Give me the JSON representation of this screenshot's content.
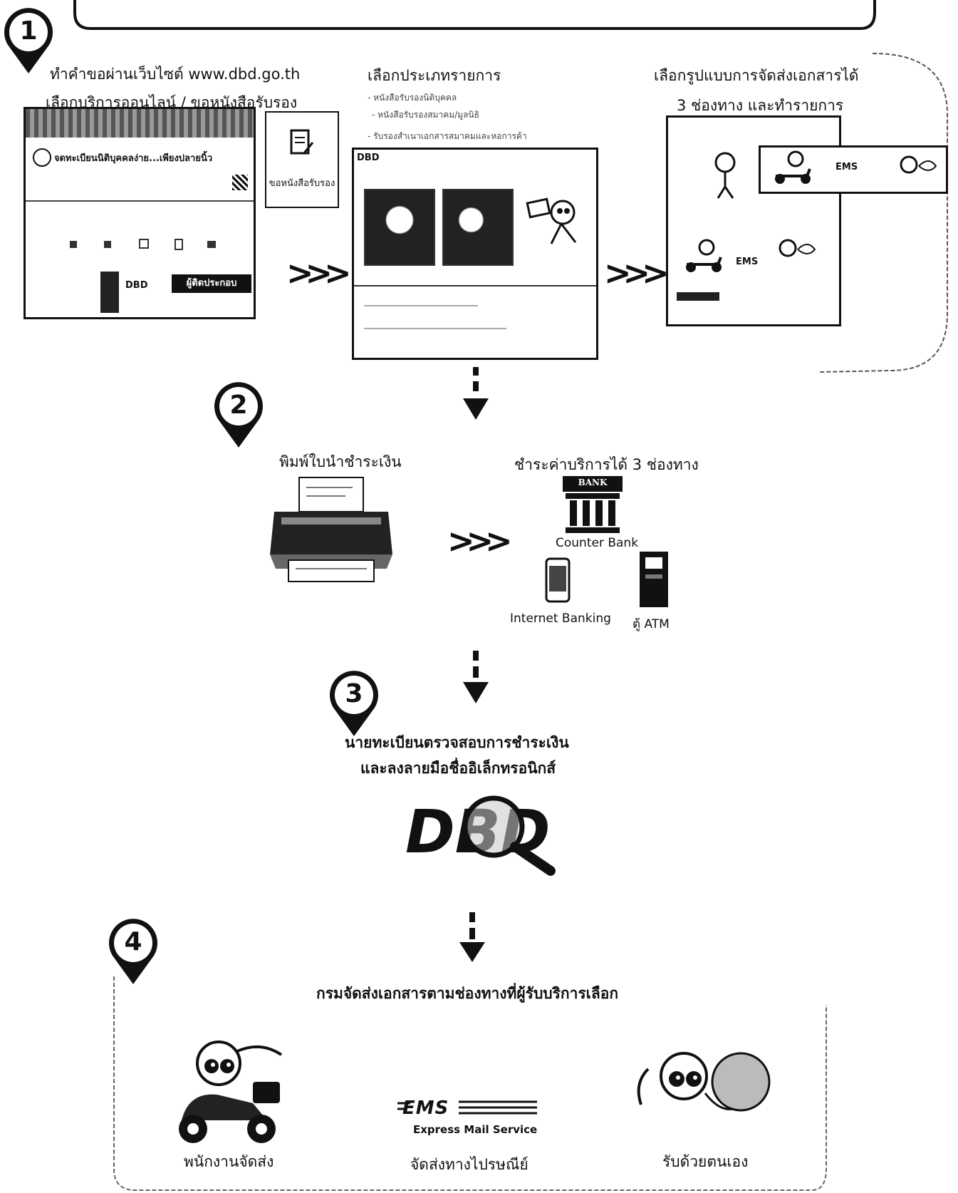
{
  "step1": {
    "number": "1",
    "line1": "ทำคำขอผ่านเว็บไซต์ www.dbd.go.th",
    "line2": "เลือกบริการออนไลน์ / ขอหนังสือรับรอง",
    "service_heading": "เลือกประเภทรายการ",
    "service_items": [
      "- หนังสือรับรองนิติบุคคล",
      "- หนังสือรับรองสมาคม/มูลนิธิ",
      "- รับรองสำเนาเอกสารสมาคมและหอการค้า"
    ],
    "delivery_line1": "เลือกรูปแบบการจัดส่งเอกสารได้",
    "delivery_line2": "3 ช่องทาง และทำรายการ",
    "website_tagline": "จดทะเบียนนิติบุคคลง่าย...เพียงปลายนิ้ว",
    "website_button": "ผู้ติดประกอบ",
    "request_card_label": "ขอหนังสือรับรอง",
    "dbd_badge": "DBD",
    "ems_badge": "EMS"
  },
  "step2": {
    "number": "2",
    "print_label": "พิมพ์ใบนำชำระเงิน",
    "pay_label": "ชำระค่าบริการได้ 3 ช่องทาง",
    "bank_sign": "BANK",
    "channels": [
      "Counter Bank",
      "Internet Banking",
      "ตู้ ATM"
    ]
  },
  "step3": {
    "number": "3",
    "line1": "นายทะเบียนตรวจสอบการชำระเงิน",
    "line2": "และลงลายมือชื่ออิเล็กทรอนิกส์",
    "logo_text": "DBD"
  },
  "step4": {
    "number": "4",
    "heading": "กรมจัดส่งเอกสารตามช่องทางที่ผู้รับบริการเลือก",
    "ems_logo": "EMS",
    "ems_tagline": "Express Mail Service",
    "options": [
      "พนักงานจัดส่ง",
      "จัดส่งทางไปรษณีย์",
      "รับด้วยตนเอง"
    ]
  },
  "colors": {
    "ink": "#111111",
    "gray": "#888888"
  }
}
